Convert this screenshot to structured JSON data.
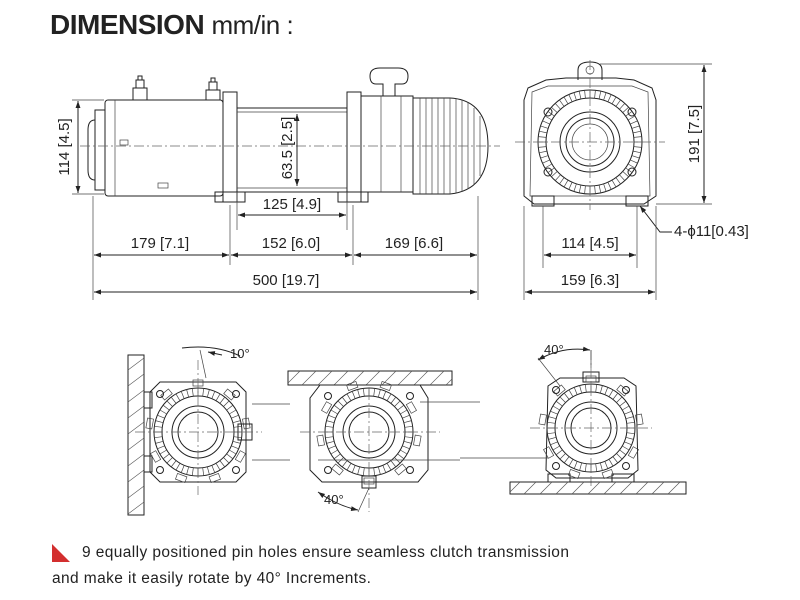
{
  "header": {
    "title_bold": "DIMENSION",
    "title_units": "mm/in :"
  },
  "side_view": {
    "height_label": "114 [4.5]",
    "drum_height_label": "63.5 [2.5]",
    "drum_length_label": "125 [4.9]",
    "motor_length_label": "179 [7.1]",
    "drum_section_label": "152 [6.0]",
    "gearbox_length_label": "169 [6.6]",
    "total_length_label": "500 [19.7]"
  },
  "end_view": {
    "height_label": "191 [7.5]",
    "hole_spacing_label": "114 [4.5]",
    "holes_label": "4-ϕ11[0.43]",
    "width_label": "159 [6.3]"
  },
  "rotation_views": {
    "left_angle": "10°",
    "middle_angle": "40°",
    "right_angle": "40°"
  },
  "note": {
    "icon": "red-triangle-bullet",
    "accent_color": "#d32f2f",
    "line1": "9 equally positioned pin holes ensure seamless clutch transmission",
    "line2": "and make it easily rotate by 40° Increments."
  }
}
